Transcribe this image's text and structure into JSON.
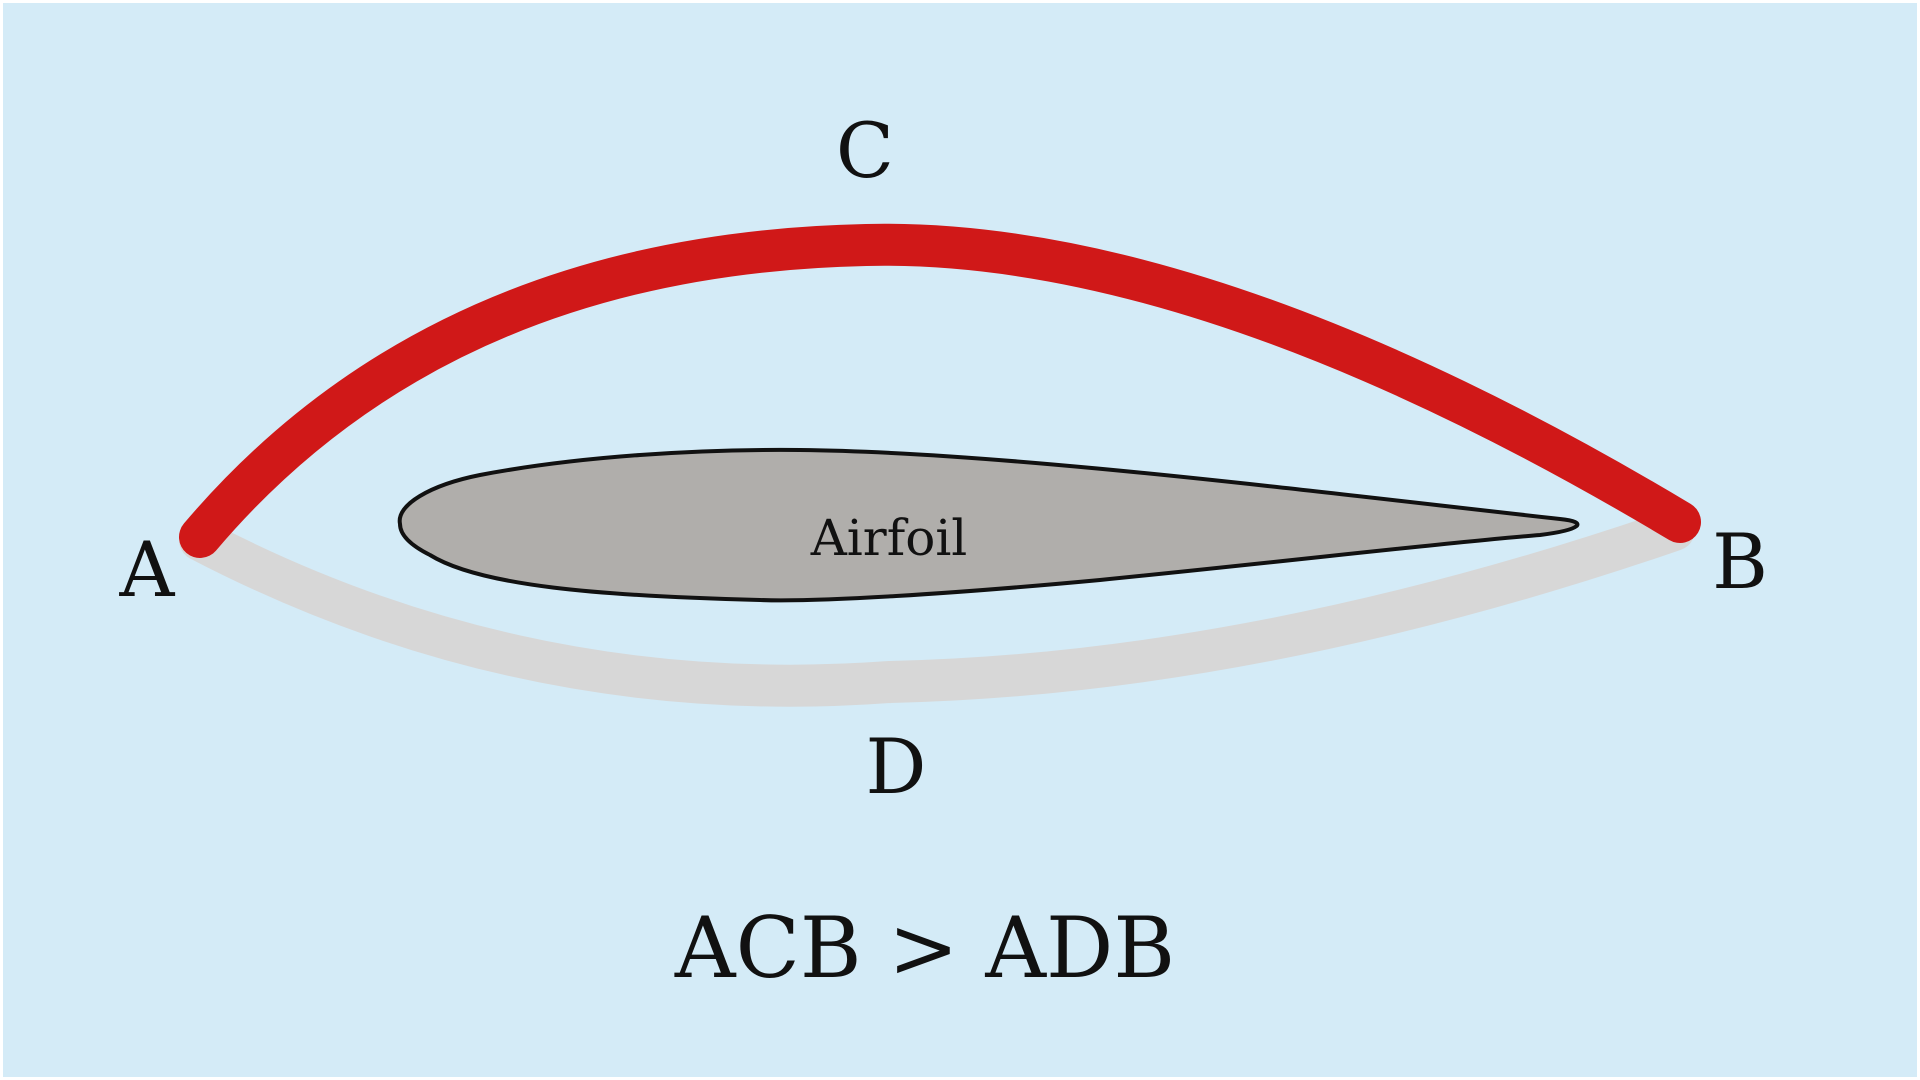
{
  "colors": {
    "background": "#d4ebf7",
    "border": "#ffffff",
    "upper_path": "#d01818",
    "lower_path": "#d7d7d7",
    "airfoil_fill": "#b0aeab",
    "airfoil_stroke": "#111111",
    "text": "#111111"
  },
  "points": {
    "a": "A",
    "b": "B",
    "c": "C",
    "d": "D"
  },
  "airfoil": {
    "label": "Airfoil"
  },
  "equation": "ACB > ADB"
}
